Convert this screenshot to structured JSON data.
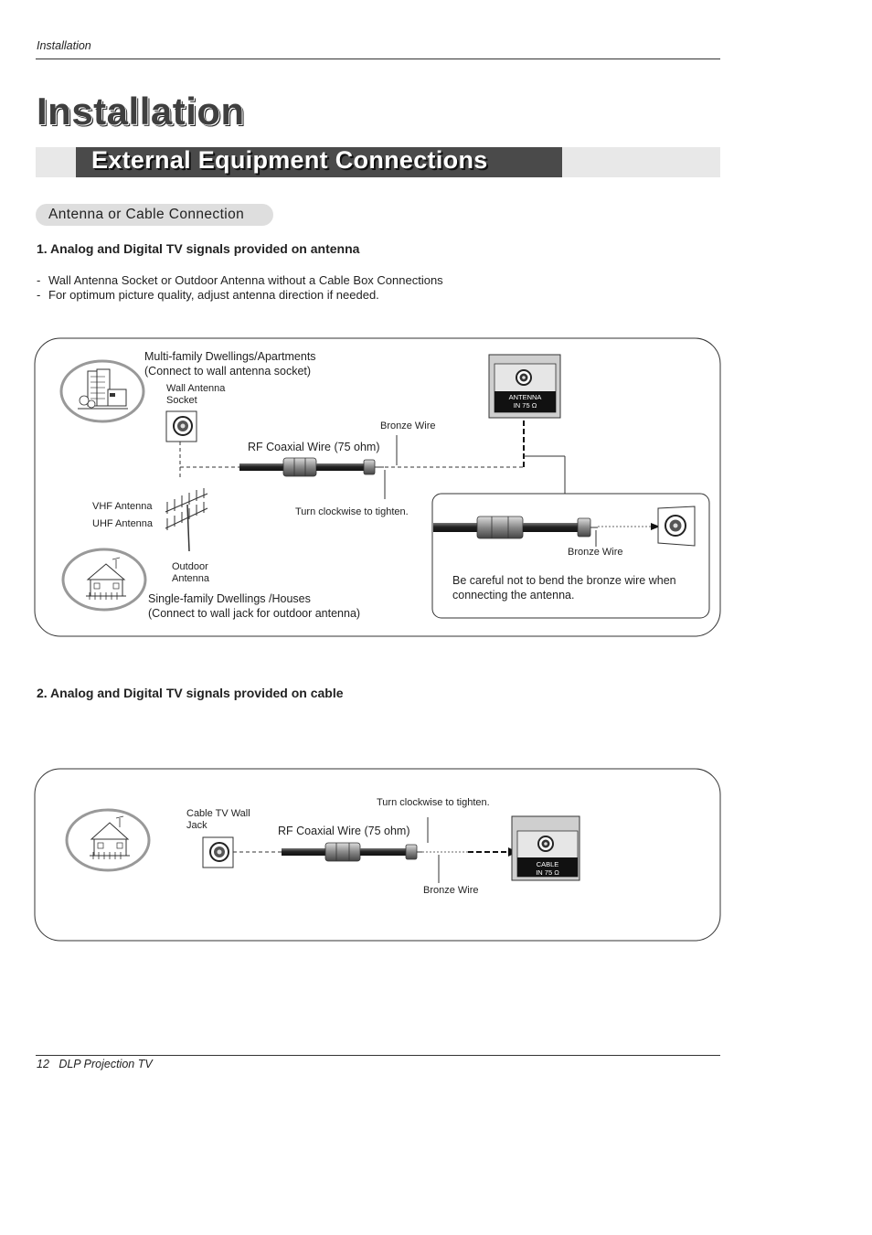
{
  "header": {
    "section": "Installation"
  },
  "title": "Installation",
  "banner": "External Equipment Connections",
  "pill": "Antenna or Cable Connection",
  "section1": {
    "heading": "1. Analog and Digital TV signals provided on antenna",
    "bullets": [
      "Wall Antenna Socket or Outdoor Antenna without a Cable Box Connections",
      "For optimum picture quality, adjust antenna direction if needed."
    ],
    "diagram": {
      "multi_family_line1": "Multi-family Dwellings/Apartments",
      "multi_family_line2": "(Connect to wall antenna socket)",
      "wall_socket_line1": "Wall Antenna",
      "wall_socket_line2": "Socket",
      "bronze_wire_top": "Bronze Wire",
      "rf_wire": "RF Coaxial Wire (75 ohm)",
      "turn_clockwise": "Turn clockwise to tighten.",
      "vhf": "VHF Antenna",
      "uhf": "UHF Antenna",
      "outdoor_line1": "Outdoor",
      "outdoor_line2": "Antenna",
      "single_family_line1": "Single-family Dwellings /Houses",
      "single_family_line2": "(Connect to wall jack for outdoor antenna)",
      "tv_jack_line1": "ANTENNA",
      "tv_jack_line2": "IN 75 Ω",
      "inset_bronze_wire": "Bronze Wire",
      "inset_note_line1": "Be careful not to bend the bronze wire when",
      "inset_note_line2": "connecting the antenna."
    }
  },
  "section2": {
    "heading": "2. Analog and Digital TV signals provided on cable",
    "diagram": {
      "cable_jack_line1": "Cable TV Wall",
      "cable_jack_line2": "Jack",
      "turn_clockwise": "Turn clockwise to tighten.",
      "rf_wire": "RF Coaxial Wire (75 ohm)",
      "bronze_wire": "Bronze Wire",
      "tv_jack_line1": "CABLE",
      "tv_jack_line2": "IN 75 Ω"
    }
  },
  "footer": {
    "page_number": "12",
    "product": "DLP Projection TV"
  }
}
